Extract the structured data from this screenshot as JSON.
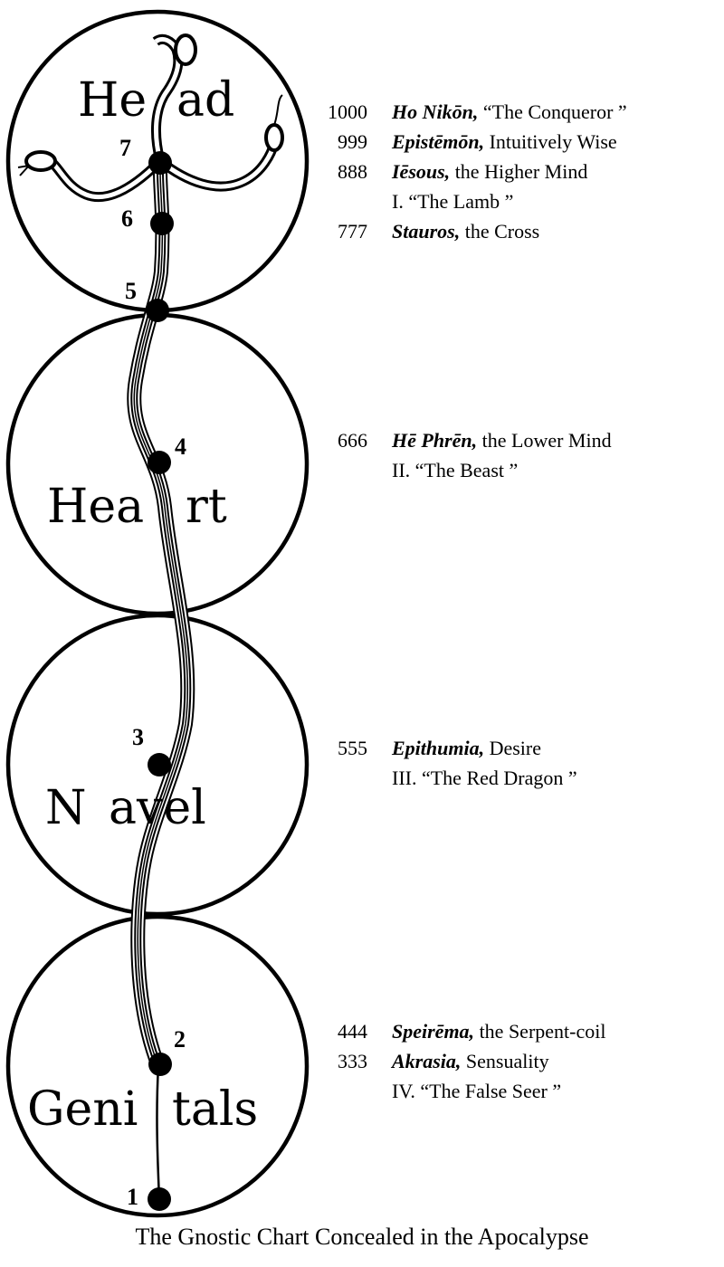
{
  "centers": [
    {
      "name": "Head",
      "prefix": "He",
      "suffix": "ad"
    },
    {
      "name": "Heart",
      "prefix": "Hea",
      "suffix": "rt"
    },
    {
      "name": "Navel",
      "prefix": "N",
      "suffix": "avel"
    },
    {
      "name": "Genitals",
      "prefix": "Geni",
      "suffix": "tals"
    }
  ],
  "nodes": [
    "1",
    "2",
    "3",
    "4",
    "5",
    "6",
    "7"
  ],
  "legend": [
    {
      "value": "1000",
      "term": "Ho Nikōn,",
      "meaning": "“The Conqueror ”"
    },
    {
      "value": "999",
      "term": "Epistēmōn,",
      "meaning": "Intuitively Wise"
    },
    {
      "value": "888",
      "term": "Iēsous,",
      "meaning": "the Higher Mind"
    },
    {
      "value": "",
      "term": "",
      "meaning": "I.  “The Lamb ”"
    },
    {
      "value": "777",
      "term": "Stauros,",
      "meaning": "the Cross"
    },
    {
      "value": "666",
      "term": "Hē Phrēn,",
      "meaning": "the Lower Mind"
    },
    {
      "value": "",
      "term": "",
      "meaning": "II.  “The Beast ”"
    },
    {
      "value": "555",
      "term": "Epithumia,",
      "meaning": "Desire"
    },
    {
      "value": "",
      "term": "",
      "meaning": "III.  “The Red Dragon ”"
    },
    {
      "value": "444",
      "term": "Speirēma,",
      "meaning": "the Serpent-coil"
    },
    {
      "value": "333",
      "term": "Akrasia,",
      "meaning": "Sensuality"
    },
    {
      "value": "",
      "term": "",
      "meaning": "IV.  “The False Seer ”"
    }
  ],
  "caption": "The Gnostic Chart Concealed in the Apocalypse"
}
